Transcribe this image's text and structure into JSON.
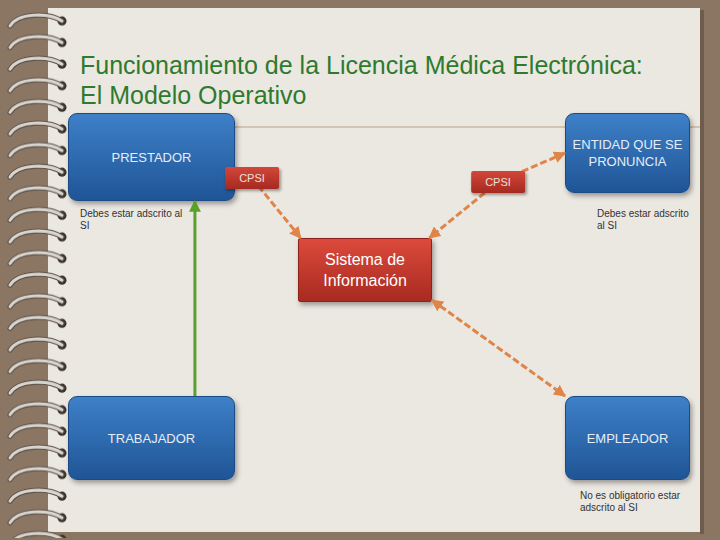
{
  "diagram": {
    "title": "Funcionamiento de la Licencia Médica Electrónica: El Modelo Operativo",
    "nodes": [
      {
        "text": [
          "PRESTADOR"
        ]
      },
      {
        "text": [
          "ENTIDAD QUE SE PRONUNCIA"
        ]
      },
      {
        "text": [
          "Sistema de Información"
        ]
      },
      {
        "text": [
          "TRABAJADOR"
        ]
      },
      {
        "text": [
          "EMPLEADOR"
        ]
      }
    ],
    "edges": [
      {
        "from": 0,
        "to": 2,
        "label": "CPSI",
        "arrow": "both"
      },
      {
        "from": 1,
        "to": 2,
        "label": "CPSI",
        "arrow": "both"
      },
      {
        "from": 2,
        "to": 4,
        "arrow": "both"
      },
      {
        "from": 3,
        "to": 0,
        "arrow": "to"
      }
    ],
    "labels": [
      "Debes estar adscrito al SI",
      "Debes estar adscrito al SI",
      "No es obligatorio estar adscrito al SI"
    ]
  }
}
